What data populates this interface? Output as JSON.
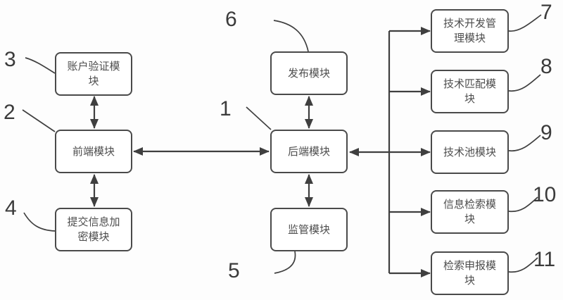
{
  "diagram": {
    "title": "system module block diagram",
    "modules": {
      "backend": {
        "number": "1",
        "label": "后端模块"
      },
      "frontend": {
        "number": "2",
        "label": "前端模块"
      },
      "account": {
        "number": "3",
        "label": "账户验证模块"
      },
      "encrypt": {
        "number": "4",
        "label": "提交信息加密模块"
      },
      "supervision": {
        "number": "5",
        "label": "监管模块"
      },
      "publish": {
        "number": "6",
        "label": "发布模块"
      },
      "techdev": {
        "number": "7",
        "label": "技术开发管理模块"
      },
      "techmatch": {
        "number": "8",
        "label": "技术匹配模块"
      },
      "techpool": {
        "number": "9",
        "label": "技术池模块"
      },
      "inforet": {
        "number": "10",
        "label": "信息检索模块"
      },
      "retdecl": {
        "number": "11",
        "label": "检索申报模块"
      }
    },
    "connections": [
      "账户验证模块 <-> 前端模块",
      "前端模块 <-> 提交信息加密模块",
      "前端模块 <-> 后端模块",
      "发布模块 <-> 后端模块",
      "后端模块 <-> 监管模块",
      "后端模块 <-> 技术池模块",
      "后端模块 -> 技术开发管理模块",
      "后端模块 -> 技术匹配模块",
      "后端模块 -> 信息检索模块",
      "后端模块 -> 检索申报模块"
    ],
    "colors": {
      "line": "#3f3f3f",
      "box_border": "#4a4a4a",
      "box_fill": "#ffffff",
      "text": "#4d4d4d",
      "background": "#fdfdfd"
    }
  }
}
